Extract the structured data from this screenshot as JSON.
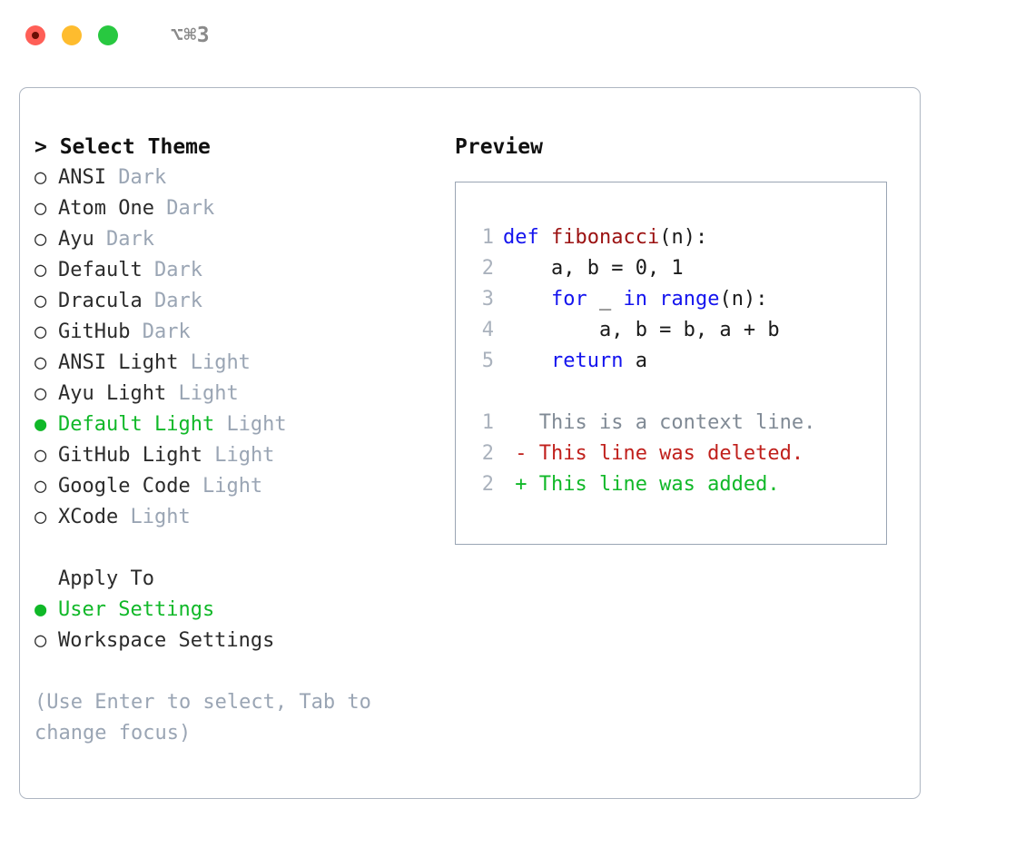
{
  "titlebar": {
    "shortcut": "⌥⌘3",
    "lights": [
      {
        "name": "close",
        "color": "#ff5f57"
      },
      {
        "name": "minimize",
        "color": "#febc2e"
      },
      {
        "name": "maximize",
        "color": "#28c840"
      }
    ]
  },
  "colors": {
    "selected_green": "#10b828",
    "muted_gray": "#9aa5b4",
    "panel_border": "#aeb6c2",
    "keyword_blue": "#1414ee",
    "function_red": "#9b1111",
    "diff_delete": "#c0201c",
    "diff_add": "#10b828",
    "text": "#2b2b2b"
  },
  "theme_picker": {
    "header": "> Select Theme",
    "items": [
      {
        "marker": "○",
        "name": "ANSI",
        "badge": "Dark",
        "selected": false
      },
      {
        "marker": "○",
        "name": "Atom One",
        "badge": "Dark",
        "selected": false
      },
      {
        "marker": "○",
        "name": "Ayu",
        "badge": "Dark",
        "selected": false
      },
      {
        "marker": "○",
        "name": "Default",
        "badge": "Dark",
        "selected": false
      },
      {
        "marker": "○",
        "name": "Dracula",
        "badge": "Dark",
        "selected": false
      },
      {
        "marker": "○",
        "name": "GitHub",
        "badge": "Dark",
        "selected": false
      },
      {
        "marker": "○",
        "name": "ANSI Light",
        "badge": "Light",
        "selected": false
      },
      {
        "marker": "○",
        "name": "Ayu Light",
        "badge": "Light",
        "selected": false
      },
      {
        "marker": "●",
        "name": "Default Light",
        "badge": "Light",
        "selected": true
      },
      {
        "marker": "○",
        "name": "GitHub Light",
        "badge": "Light",
        "selected": false
      },
      {
        "marker": "○",
        "name": "Google Code",
        "badge": "Light",
        "selected": false
      },
      {
        "marker": "○",
        "name": "XCode",
        "badge": "Light",
        "selected": false
      }
    ]
  },
  "apply_to": {
    "title": "Apply To",
    "options": [
      {
        "marker": "●",
        "label": "User Settings",
        "selected": true
      },
      {
        "marker": "○",
        "label": "Workspace Settings",
        "selected": false
      }
    ]
  },
  "hint": "(Use Enter to select, Tab to change focus)",
  "preview": {
    "title": "Preview",
    "code_lines": [
      {
        "no": "1",
        "segments": [
          {
            "text": "def ",
            "kind": "kw"
          },
          {
            "text": "fibonacci",
            "kind": "fn"
          },
          {
            "text": "(n):",
            "kind": "txt"
          }
        ]
      },
      {
        "no": "2",
        "segments": [
          {
            "text": "    a, b = 0, 1",
            "kind": "txt"
          }
        ]
      },
      {
        "no": "3",
        "segments": [
          {
            "text": "    ",
            "kind": "txt"
          },
          {
            "text": "for",
            "kind": "kw"
          },
          {
            "text": " _ ",
            "kind": "txt"
          },
          {
            "text": "in",
            "kind": "kw"
          },
          {
            "text": " ",
            "kind": "txt"
          },
          {
            "text": "range",
            "kind": "kw"
          },
          {
            "text": "(n):",
            "kind": "txt"
          }
        ]
      },
      {
        "no": "4",
        "segments": [
          {
            "text": "        a, b = b, a + b",
            "kind": "txt"
          }
        ]
      },
      {
        "no": "5",
        "segments": [
          {
            "text": "    ",
            "kind": "txt"
          },
          {
            "text": "return",
            "kind": "kw"
          },
          {
            "text": " a",
            "kind": "txt"
          }
        ]
      }
    ],
    "diff_lines": [
      {
        "no": "1",
        "segments": [
          {
            "text": "   This is a context line.",
            "kind": "ctx"
          }
        ]
      },
      {
        "no": "2",
        "segments": [
          {
            "text": " - This line was deleted.",
            "kind": "del"
          }
        ]
      },
      {
        "no": "2",
        "segments": [
          {
            "text": " + This line was added.",
            "kind": "add"
          }
        ]
      }
    ]
  }
}
